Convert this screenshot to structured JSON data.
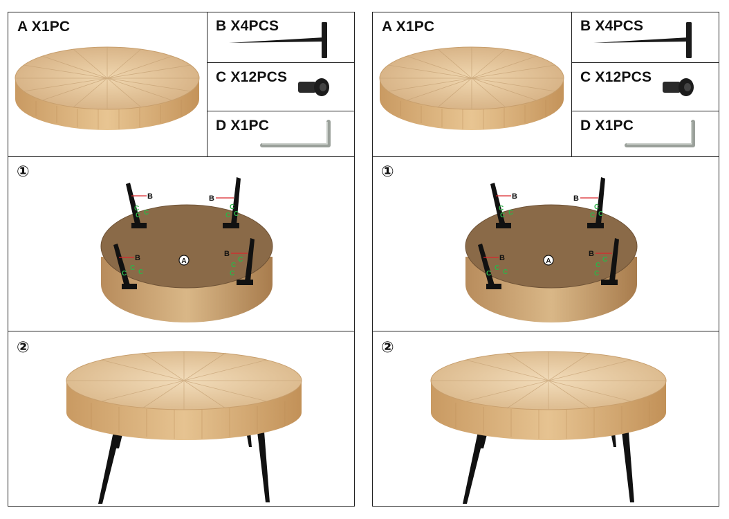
{
  "parts": {
    "a": "A X1PC",
    "b": "B X4PCS",
    "c": "C X12PCS",
    "d": "D X1PC"
  },
  "steps": {
    "one": "①",
    "two": "②"
  },
  "callouts": {
    "leg": "B",
    "screw": "C",
    "top": "A"
  },
  "colors": {
    "wood_light": "#e6c79c",
    "wood_dark": "#8a6a48",
    "metal": "#1a1a1a",
    "callout_red": "#d9262b",
    "callout_green": "#2fb24a"
  }
}
